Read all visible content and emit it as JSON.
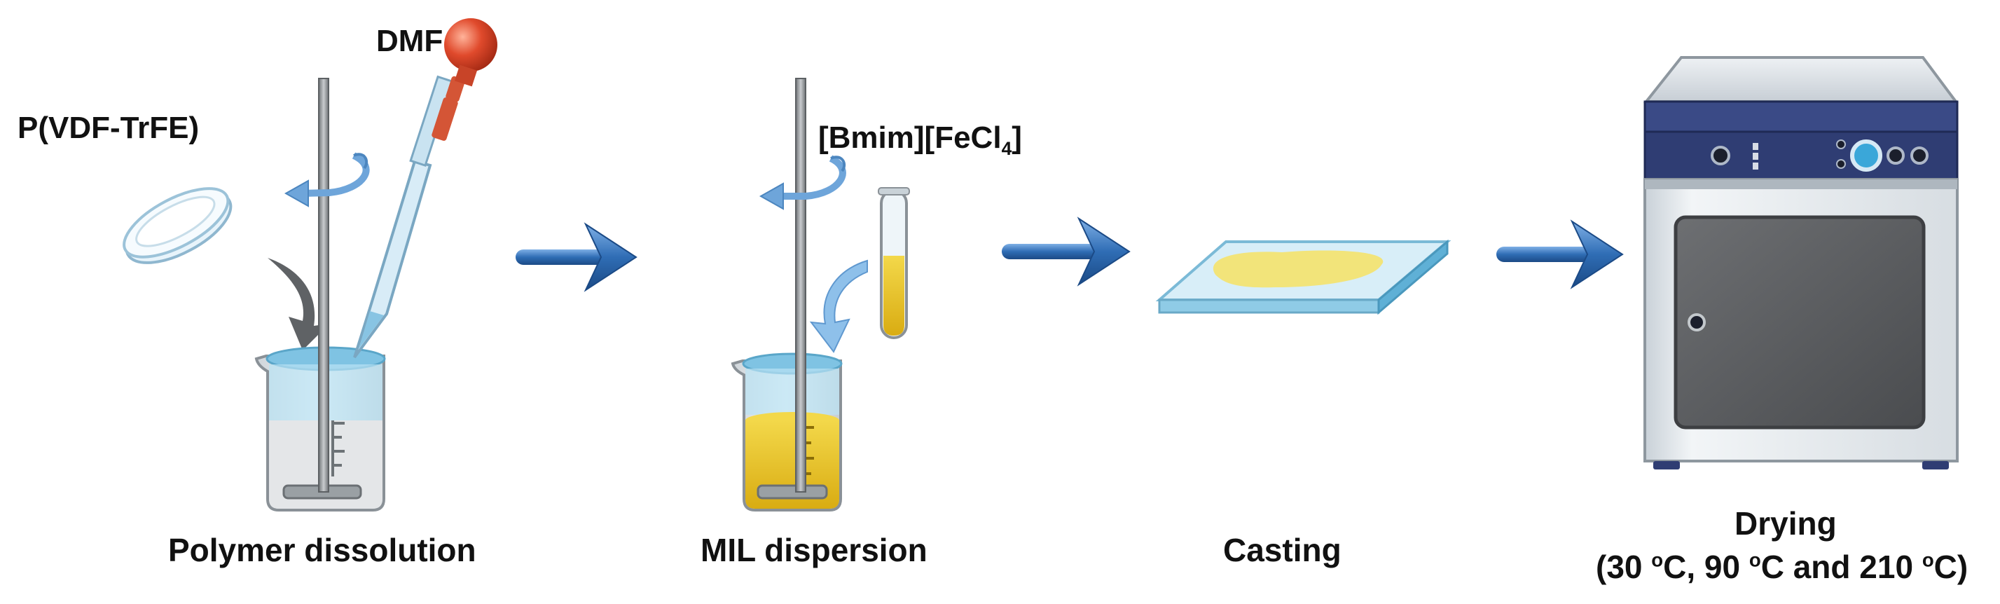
{
  "labels": {
    "pvdf": "P(VDF-TrFE)",
    "dmf": "DMF",
    "ionic_liquid_main": "[Bmim][FeCl",
    "ionic_liquid_sub": "4",
    "ionic_liquid_end": "]",
    "step1": "Polymer dissolution",
    "step2": "MIL dispersion",
    "step3": "Casting",
    "step4_title": "Drying",
    "step4_temps_open": "(30 ",
    "step4_o1": "o",
    "step4_mid1": "C, 90 ",
    "step4_o2": "o",
    "step4_mid2": "C and 210 ",
    "step4_o3": "o",
    "step4_close": "C)"
  },
  "colors": {
    "arrow_blue": "#2f6db5",
    "liquid_clear": "#dcdcdc",
    "liquid_yellow": "#e8c21a",
    "oven_panel": "#2f3d73",
    "oven_body": "#e6ebef",
    "oven_door": "#5b5d60",
    "bulb_red": "#e04a2c"
  }
}
